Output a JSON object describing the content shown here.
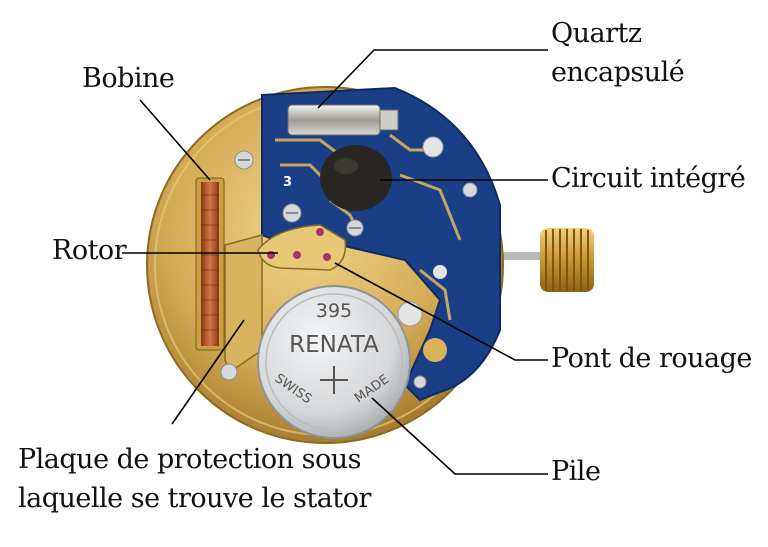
{
  "labels": {
    "quartz_line1": "Quartz",
    "quartz_line2": "encapsulé",
    "bobine": "Bobine",
    "circuit": "Circuit intégré",
    "rotor": "Rotor",
    "pont": "Pont de rouage",
    "plaque_line1": "Plaque de protection sous",
    "plaque_line2": "laquelle se trouve le stator",
    "pile": "Pile"
  },
  "battery": {
    "number": "395",
    "brand": "RENATA",
    "arc_left": "SWISS",
    "arc_right": "MADE"
  },
  "board_mark": "3",
  "colors": {
    "gold": "#c9a045",
    "board_blue": "#1b3f86",
    "copper": "#b5572b",
    "silver": "#d8dadc",
    "chip": "#2a2623"
  },
  "icons": [
    "watch-movement-illustration",
    "crown-icon",
    "battery-icon",
    "coil-icon",
    "quartz-crystal-icon",
    "chip-icon"
  ]
}
